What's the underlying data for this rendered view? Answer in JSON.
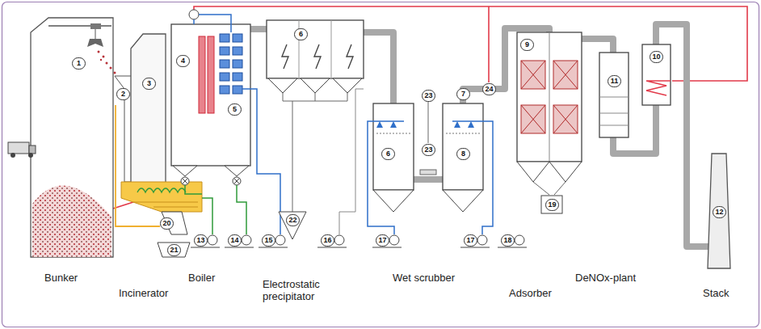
{
  "diagram": {
    "labels": [
      "Bunker",
      "Incinerator",
      "Boiler",
      "Electrostatic precipitator",
      "Wet scrubber",
      "Adsorber",
      "DeNOx-plant",
      "Stack",
      "1",
      "2",
      "3",
      "4",
      "5",
      "6",
      "6",
      "7",
      "8",
      "9",
      "10",
      "11",
      "12",
      "13",
      "14",
      "15",
      "16",
      "17",
      "17",
      "18",
      "19",
      "20",
      "21",
      "22",
      "23",
      "23",
      "24"
    ]
  }
}
